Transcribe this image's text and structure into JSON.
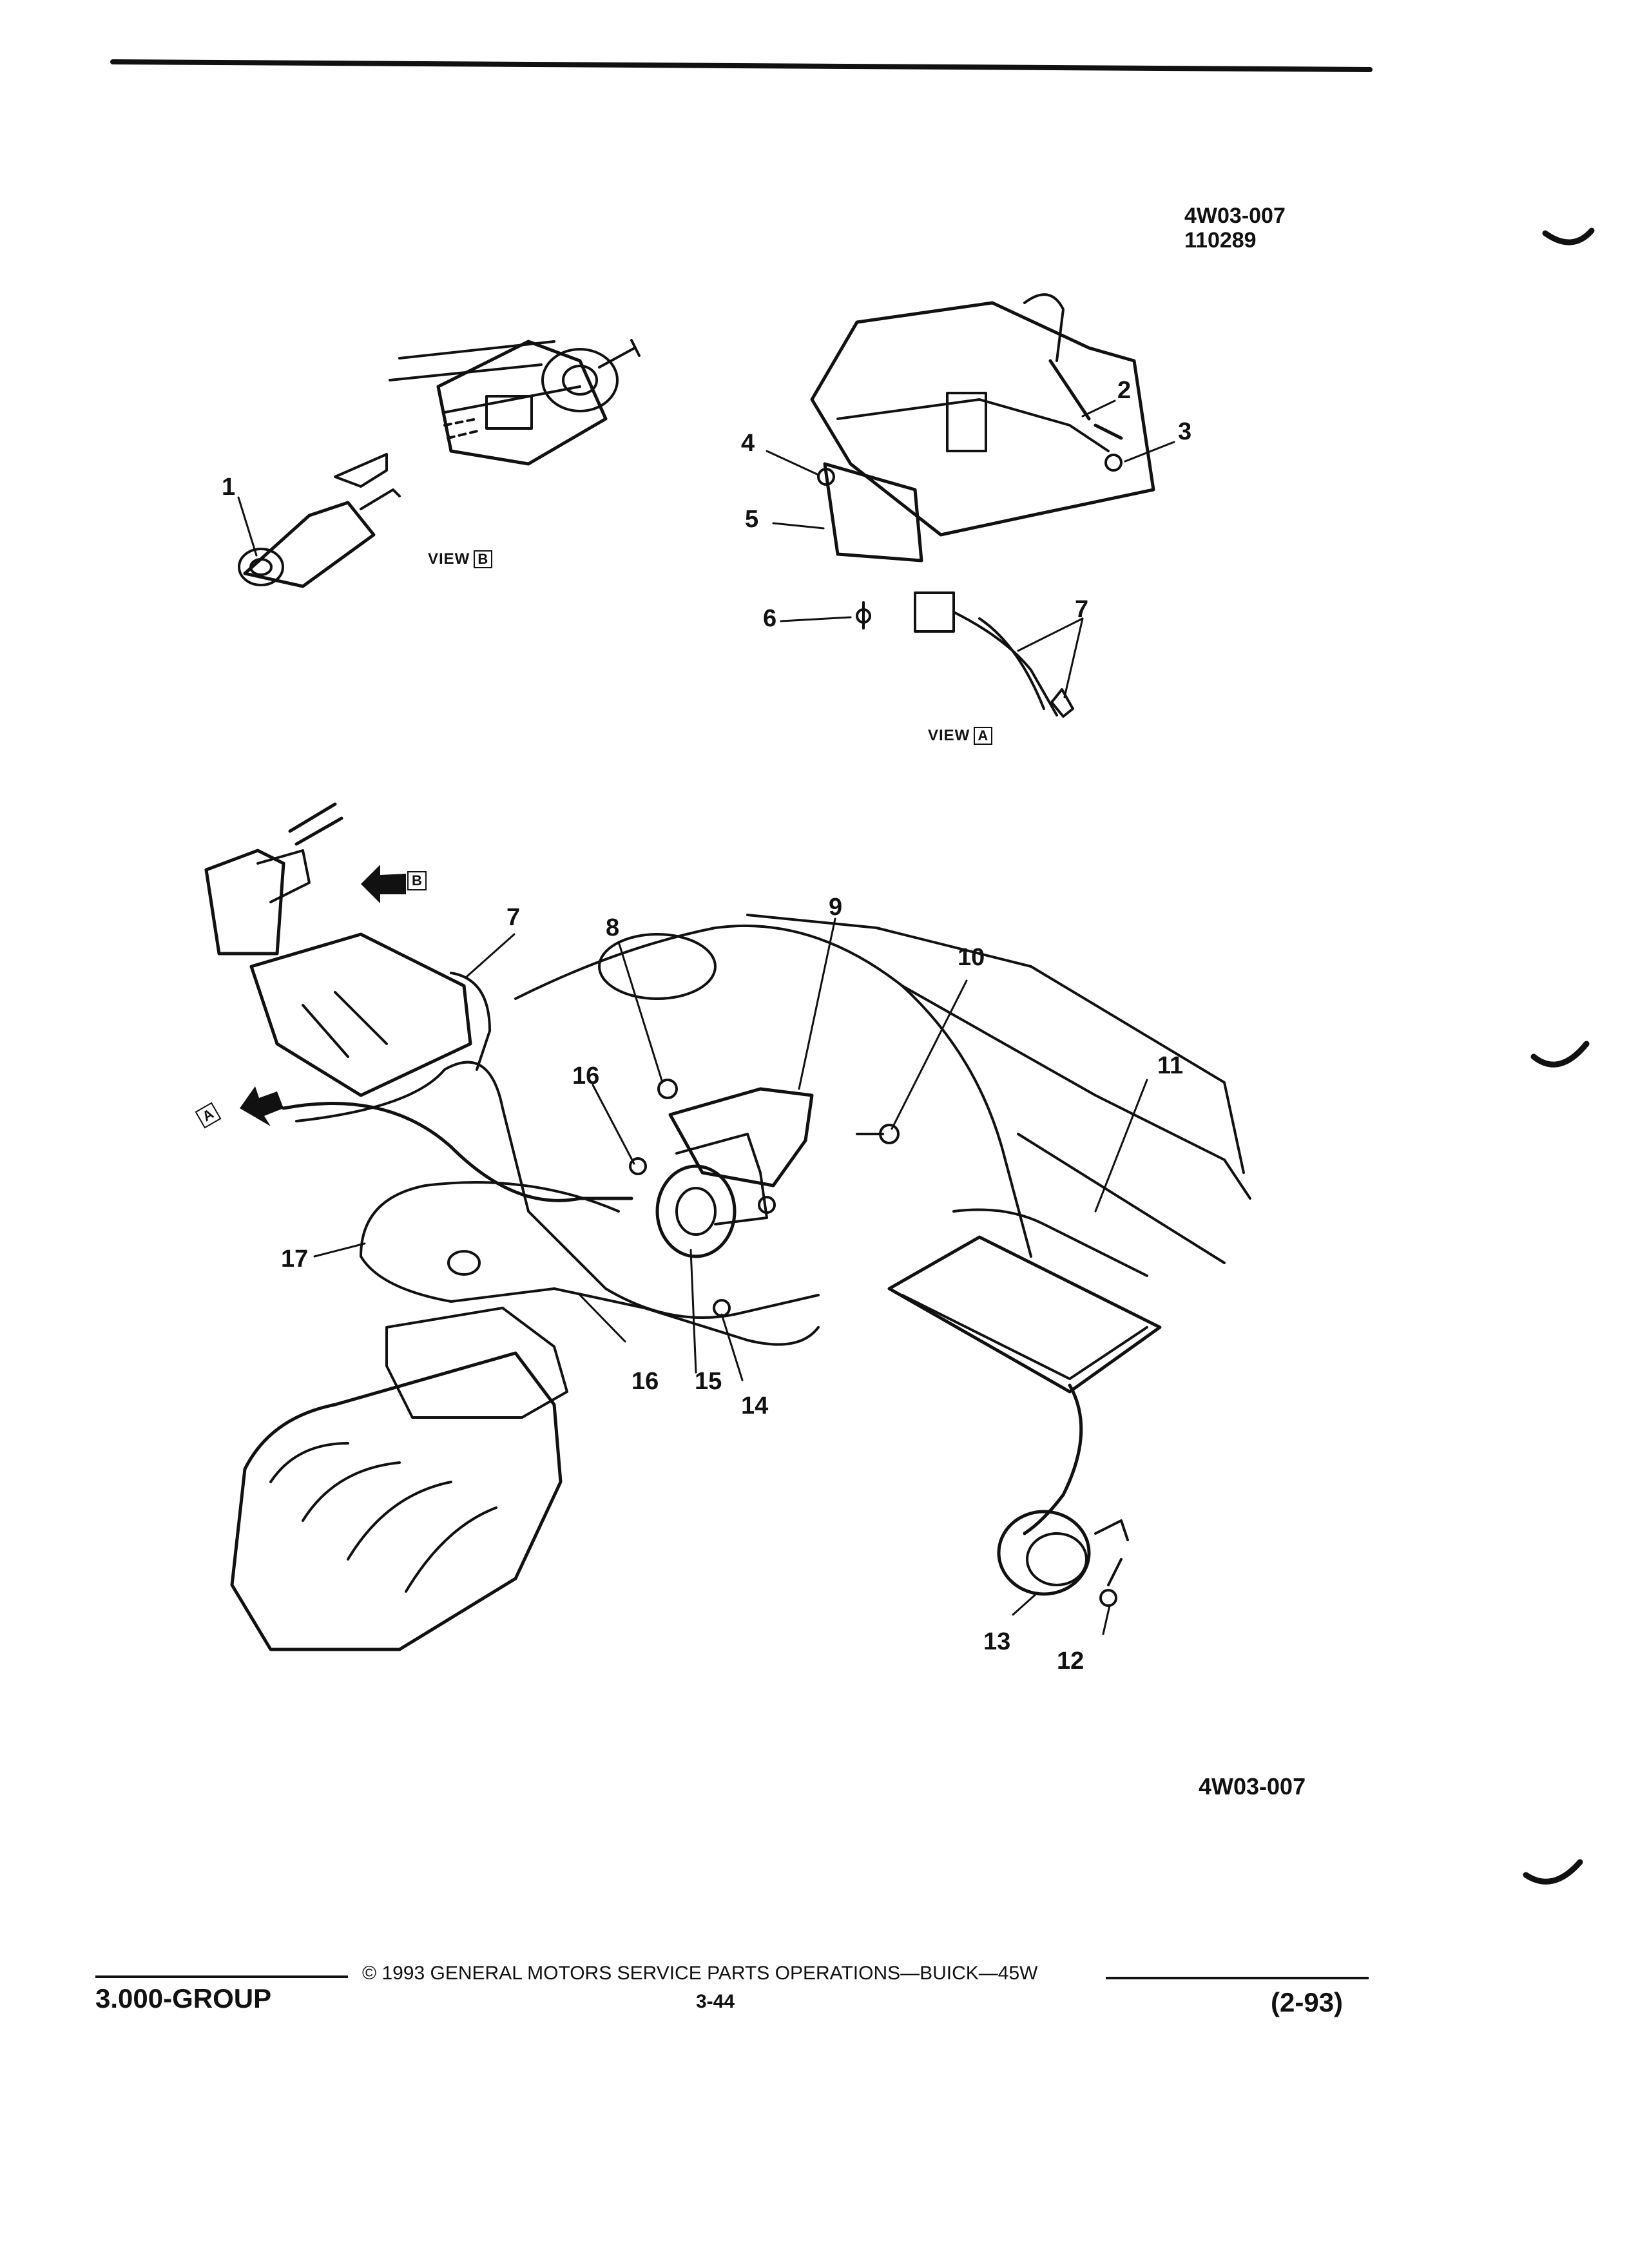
{
  "header": {
    "code_line1": "4W03-007",
    "code_line2": "110289"
  },
  "view_b": {
    "label": "VIEW",
    "letter": "B"
  },
  "view_a": {
    "label": "VIEW",
    "letter": "A"
  },
  "arrow_b": {
    "letter": "B"
  },
  "arrow_a": {
    "letter": "A"
  },
  "callouts": {
    "c1": "1",
    "c2": "2",
    "c3": "3",
    "c4": "4",
    "c5": "5",
    "c6": "6",
    "c7a": "7",
    "c7b": "7",
    "c8": "8",
    "c9": "9",
    "c10": "10",
    "c11": "11",
    "c12": "12",
    "c13": "13",
    "c14": "14",
    "c15": "15",
    "c16a": "16",
    "c16b": "16",
    "c17": "17"
  },
  "figure_code": "4W03-007",
  "footer": {
    "copyright": "© 1993 GENERAL MOTORS SERVICE PARTS OPERATIONS—BUICK—45W",
    "group": "3.000-GROUP",
    "page": "3-44",
    "date": "(2-93)"
  }
}
